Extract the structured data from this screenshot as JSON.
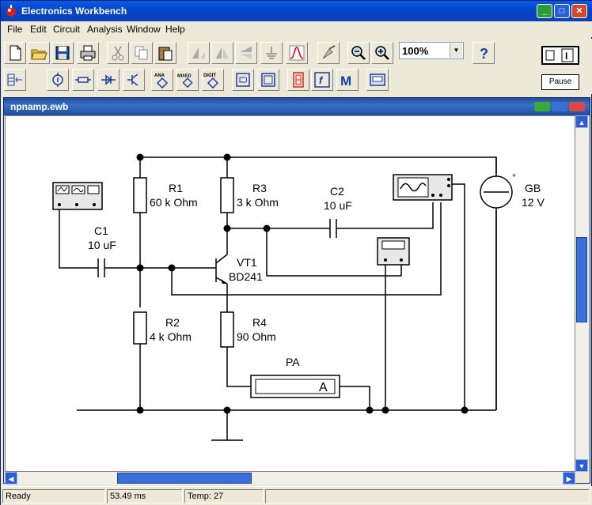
{
  "window": {
    "title": "Electronics Workbench"
  },
  "menu": [
    "File",
    "Edit",
    "Circuit",
    "Analysis",
    "Window",
    "Help"
  ],
  "toolbar": {
    "zoom_value": "100%",
    "pause_label": "Pause",
    "parts_labels": [
      "ANA",
      "MIXED",
      "DIGIT"
    ]
  },
  "document": {
    "title": "npnamp.ewb"
  },
  "circuit": {
    "components": [
      {
        "ref": "R1",
        "value": "60 k Ohm"
      },
      {
        "ref": "R3",
        "value": "3 k Ohm"
      },
      {
        "ref": "C2",
        "value": "10 uF"
      },
      {
        "ref": "GB",
        "value": "12 V"
      },
      {
        "ref": "C1",
        "value": "10 uF"
      },
      {
        "ref": "VT1",
        "value": "BD241"
      },
      {
        "ref": "R2",
        "value": "4 k Ohm"
      },
      {
        "ref": "R4",
        "value": "90  Ohm"
      },
      {
        "ref": "PA",
        "value": "A"
      }
    ]
  },
  "status": {
    "state": "Ready",
    "time": "53.49 ms",
    "temp": "Temp:  27"
  },
  "colors": {
    "titlebar": "#0a5ae8",
    "child_title": "#1f4e9a",
    "wire": "#000000"
  }
}
